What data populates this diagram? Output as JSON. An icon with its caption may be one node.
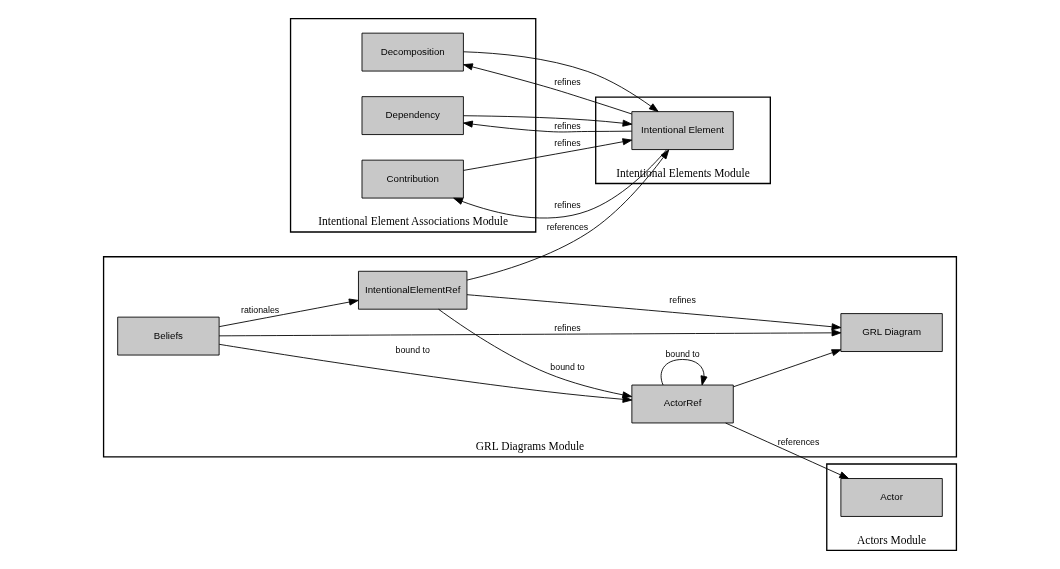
{
  "diagram": {
    "nodes": [
      {
        "text": [
          "GRL Diagrams Module"
        ]
      },
      {
        "text": [
          "GRL Diagram"
        ],
        "in": 0
      },
      {
        "text": [
          "Beliefs"
        ],
        "in": 0
      },
      {
        "text": [
          "IntentionalElementRef"
        ],
        "in": 0
      },
      {
        "text": [
          "ActorRef"
        ],
        "in": 0
      },
      {
        "text": [
          "Intentional Elements Module"
        ]
      },
      {
        "text": [
          "Intentional Element"
        ],
        "in": 5
      },
      {
        "text": [
          "Actors Module"
        ]
      },
      {
        "text": [
          "Actor"
        ],
        "in": 7
      },
      {
        "text": [
          "Intentional Element Associations Module"
        ]
      },
      {
        "text": [
          "Contribution"
        ],
        "in": 9
      },
      {
        "text": [
          "Dependency"
        ],
        "in": 9
      },
      {
        "text": [
          "Decomposition"
        ],
        "in": 9
      }
    ],
    "edges": [
      {
        "from": 2,
        "to": 1,
        "arrow": "to",
        "label": "refines"
      },
      {
        "from": 3,
        "to": 1,
        "arrow": "to",
        "label": "refines"
      },
      {
        "from": 4,
        "to": 1,
        "arrow": "to"
      },
      {
        "from": 2,
        "to": 3,
        "arrow": "to",
        "label": "rationales"
      },
      {
        "from": 3,
        "to": 4,
        "arrow": "to",
        "label": "bound to"
      },
      {
        "from": 2,
        "to": 4,
        "arrow": "to",
        "label": "bound to"
      },
      {
        "from": 4,
        "to": 4,
        "arrow": "to",
        "label": "bound to"
      },
      {
        "from": 3,
        "to": 6,
        "arrow": "to",
        "label": "references"
      },
      {
        "from": 4,
        "to": 8,
        "arrow": "to",
        "label": "references"
      },
      {
        "from": 6,
        "to": 10,
        "arrow": "to",
        "label": "refines"
      },
      {
        "from": 6,
        "to": 11,
        "arrow": "to",
        "label": "refines"
      },
      {
        "from": 6,
        "to": 12,
        "arrow": "to",
        "label": "refines"
      },
      {
        "from": 10,
        "to": 6,
        "arrow": "to",
        "label": "refines"
      },
      {
        "from": 11,
        "to": 6,
        "arrow": "to"
      },
      {
        "from": 12,
        "to": 6,
        "arrow": "to"
      }
    ]
  }
}
